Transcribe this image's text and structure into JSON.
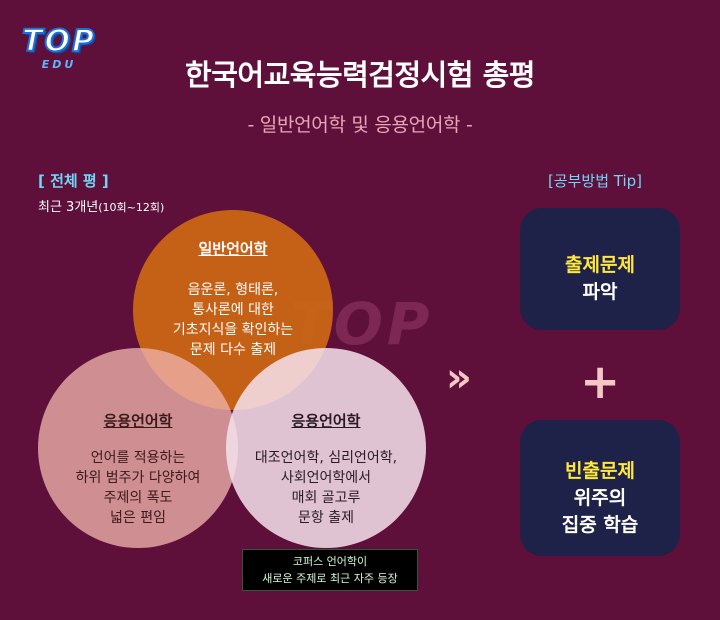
{
  "logo": {
    "text": "TOP",
    "sub": "EDU"
  },
  "title": "한국어교육능력검정시험 총평",
  "subtitle": "- 일반언어학 및 응용언어학 -",
  "overview": {
    "heading": "[ 전체 평 ]",
    "period_main": "최근 3개년",
    "period_detail": "(10회~12회)"
  },
  "watermark": "TOP",
  "circles": {
    "general": {
      "heading": "일반언어학",
      "lines": [
        "음운론, 형태론,",
        "통사론에 대한",
        "기초지식을 확인하는",
        "문제 다수 출제"
      ]
    },
    "applied_left": {
      "heading": "응용언어학",
      "lines": [
        "언어를 적용하는",
        "하위 범주가 다양하여",
        "주제의 폭도",
        "넓은 편임"
      ]
    },
    "applied_right": {
      "heading": "응용언어학",
      "lines": [
        "대조언어학, 심리언어학,",
        "사회언어학에서",
        "매회 골고루",
        "문항 출제"
      ]
    }
  },
  "note": {
    "lines": [
      "코퍼스 언어학이",
      "새로운 주제로 최근 자주 등장"
    ]
  },
  "tips": {
    "heading": "[공부방법 Tip]",
    "arrow": "»",
    "plus": "+",
    "box1": {
      "highlight": "출제문제",
      "lines": [
        "파악"
      ]
    },
    "box2": {
      "highlight": "빈출문제",
      "lines": [
        "위주의",
        "집중 학습"
      ]
    }
  },
  "colors": {
    "background": "#5e0f3a",
    "accent_cyan": "#6fd6f5",
    "highlight_yellow": "#ffe83a",
    "box_navy": "#1e2148",
    "circle_orange": "#cc6714",
    "circle_pink": "#f0b2aa",
    "circle_light": "#f5e1eb"
  }
}
